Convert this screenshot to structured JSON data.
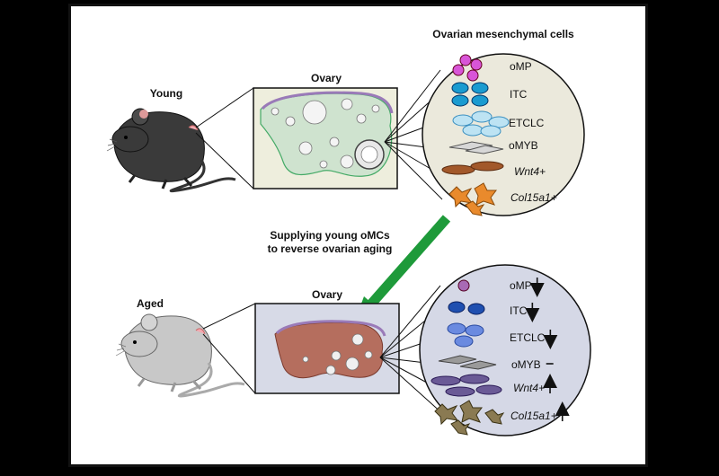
{
  "header": {
    "title": "Ovarian mesenchymal cells"
  },
  "young": {
    "mouse_label": "Young",
    "ovary_label": "Ovary",
    "cells": [
      {
        "name": "oMP",
        "italic": false,
        "arrow": ""
      },
      {
        "name": "ITC",
        "italic": false,
        "arrow": ""
      },
      {
        "name": "ETCLC",
        "italic": false,
        "arrow": ""
      },
      {
        "name": "oMYB",
        "italic": false,
        "arrow": ""
      },
      {
        "name": "Wnt4+",
        "italic": true,
        "arrow": ""
      },
      {
        "name": "Col15a1+",
        "italic": true,
        "arrow": ""
      }
    ]
  },
  "aged": {
    "mouse_label": "Aged",
    "ovary_label": "Ovary",
    "cells": [
      {
        "name": "oMP",
        "italic": false,
        "arrow": "down"
      },
      {
        "name": "ITC",
        "italic": false,
        "arrow": "down"
      },
      {
        "name": "ETCLC",
        "italic": false,
        "arrow": "down"
      },
      {
        "name": "oMYB",
        "italic": false,
        "arrow": "none"
      },
      {
        "name": "Wnt4+",
        "italic": true,
        "arrow": "up"
      },
      {
        "name": "Col15a1+",
        "italic": true,
        "arrow": "up"
      }
    ]
  },
  "transfer": {
    "line1": "Supplying young oMCs",
    "line2": "to reverse ovarian aging",
    "arrow_color": "#1e9a3a"
  },
  "colors": {
    "young_ovary": "#cfe3cf",
    "aged_ovary": "#b56e5e",
    "young_box": "#eeeedd",
    "aged_box": "#d7dae7",
    "circle_young": "#ebe9dc",
    "circle_aged": "#d5d8e6"
  }
}
